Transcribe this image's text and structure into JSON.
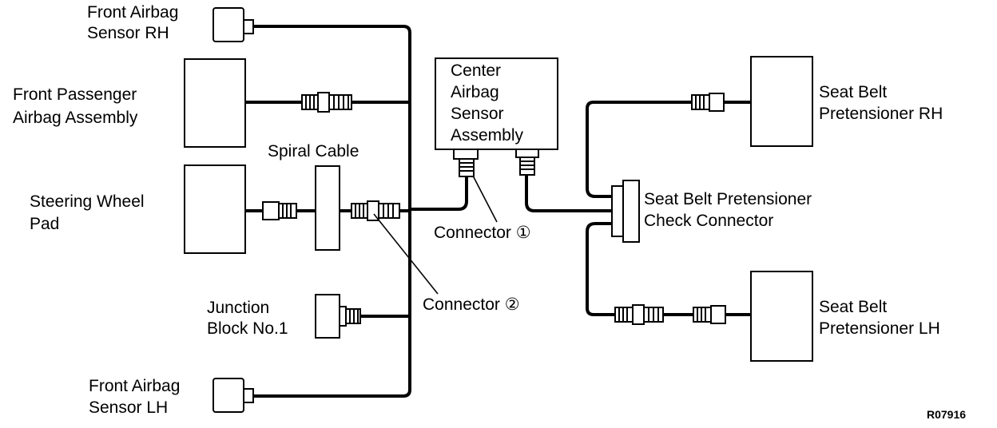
{
  "labels": {
    "front_airbag_sensor_rh": [
      "Front Airbag",
      "Sensor RH"
    ],
    "front_passenger_airbag": [
      "Front Passenger",
      "Airbag Assembly"
    ],
    "spiral_cable": "Spiral Cable",
    "steering_wheel_pad": [
      "Steering Wheel",
      "Pad"
    ],
    "junction_block": [
      "Junction",
      "Block No.1"
    ],
    "front_airbag_sensor_lh": [
      "Front Airbag",
      "Sensor LH"
    ],
    "center_airbag_sensor": [
      "Center",
      "Airbag",
      "Sensor",
      "Assembly"
    ],
    "connector_1": "Connector ①",
    "connector_2": "Connector ②",
    "pretensioner_check_connector": [
      "Seat Belt Pretensioner",
      "Check Connector"
    ],
    "seat_belt_pretensioner_rh": [
      "Seat Belt",
      "Pretensioner RH"
    ],
    "seat_belt_pretensioner_lh": [
      "Seat Belt",
      "Pretensioner LH"
    ],
    "figure_code": "R07916"
  }
}
